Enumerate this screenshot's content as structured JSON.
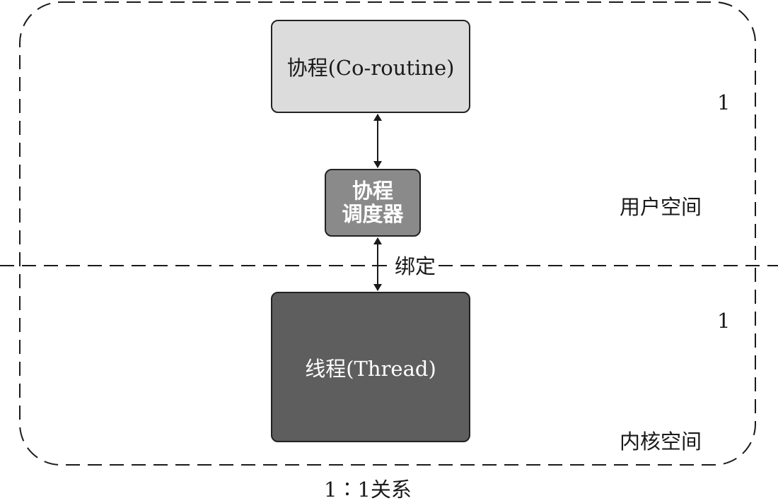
{
  "nodes": {
    "coroutine": "协程(Co-routine)",
    "scheduler_line1": "协程",
    "scheduler_line2": "调度器",
    "thread": "线程(Thread)"
  },
  "labels": {
    "bind": "绑定",
    "user_space": "用户空间",
    "kernel_space": "内核空间",
    "ratio_top": "1",
    "ratio_bottom": "1",
    "caption": "1∶1关系"
  },
  "colors": {
    "coroutine_fill": "#dcdcdc",
    "scheduler_fill": "#8a8a8a",
    "thread_fill": "#5e5e5e",
    "line": "#1a1a1a"
  }
}
